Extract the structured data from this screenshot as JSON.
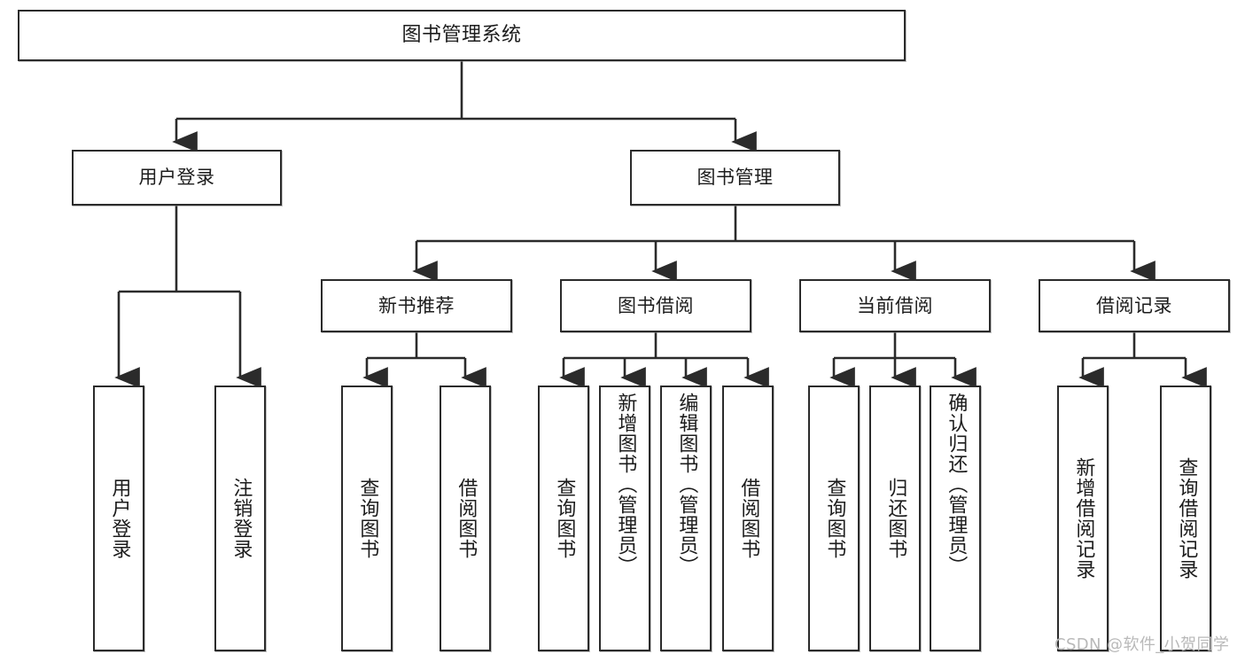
{
  "diagram": {
    "title": "图书管理系统",
    "type": "tree",
    "colors": {
      "box_border": "#2b2b2b",
      "box_fill": "#ffffff",
      "edge": "#3a3a3a",
      "text": "#1c1c1c",
      "watermark": "#b9b9b9"
    },
    "root": {
      "label": "图书管理系统"
    },
    "level2": [
      {
        "label": "用户登录"
      },
      {
        "label": "图书管理"
      }
    ],
    "level3": [
      {
        "label": "新书推荐"
      },
      {
        "label": "图书借阅"
      },
      {
        "label": "当前借阅"
      },
      {
        "label": "借阅记录"
      }
    ],
    "leaves": {
      "user_login": [
        {
          "label": "用户登录"
        },
        {
          "label": "注销登录"
        }
      ],
      "new_book": [
        {
          "label": "查询图书"
        },
        {
          "label": "借阅图书"
        }
      ],
      "borrow": [
        {
          "label": "查询图书"
        },
        {
          "label": "新增图书（管理员）"
        },
        {
          "label": "编辑图书（管理员）"
        },
        {
          "label": "借阅图书"
        }
      ],
      "current": [
        {
          "label": "查询图书"
        },
        {
          "label": "归还图书"
        },
        {
          "label": "确认归还（管理员）"
        }
      ],
      "records": [
        {
          "label": "新增借阅记录"
        },
        {
          "label": "查询借阅记录"
        }
      ]
    }
  },
  "watermark": {
    "text": "CSDN @软件_小贺同学"
  }
}
